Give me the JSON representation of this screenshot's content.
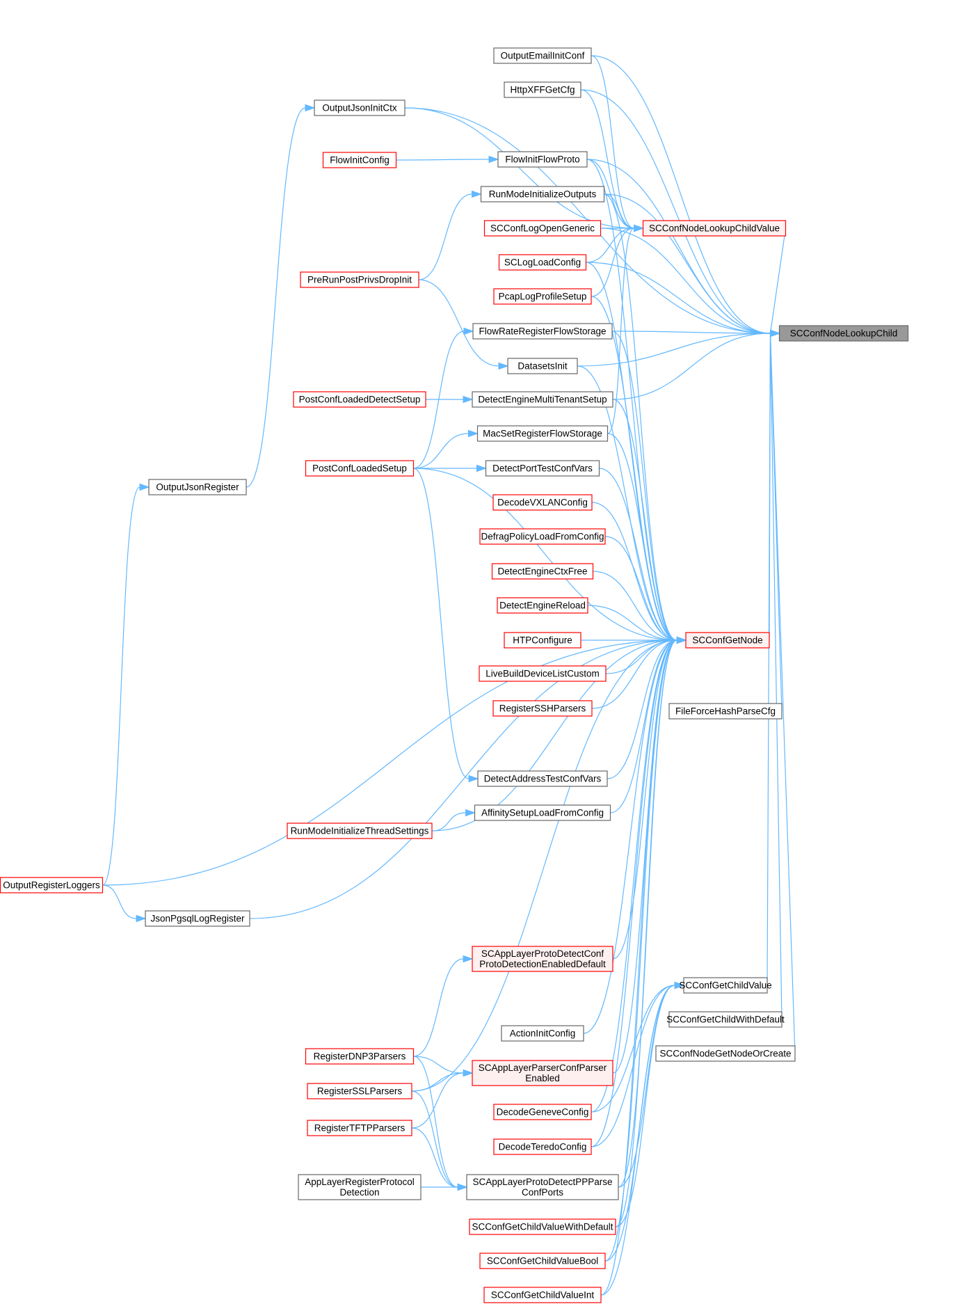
{
  "colors": {
    "edge": "#63b8ff",
    "plain_border": "#666666",
    "plain_fill": "#ffffff",
    "ref_border": "#ff0000",
    "ref_fill": "#ffffff",
    "soft_border": "#ff0000",
    "soft_fill": "#fff0f0",
    "root_border": "#666666",
    "root_fill": "#999999"
  },
  "nodes": [
    {
      "id": "root",
      "lines": [
        "SCConfNodeLookupChild"
      ],
      "style": "root"
    },
    {
      "id": "lcv",
      "lines": [
        "SCConfNodeLookupChildValue"
      ],
      "style": "soft"
    },
    {
      "id": "gn",
      "lines": [
        "SCConfGetNode"
      ],
      "style": "soft"
    },
    {
      "id": "oeic",
      "lines": [
        "OutputEmailInitConf"
      ],
      "style": "plain"
    },
    {
      "id": "hxff",
      "lines": [
        "HttpXFFGetCfg"
      ],
      "style": "plain"
    },
    {
      "id": "ojic",
      "lines": [
        "OutputJsonInitCtx"
      ],
      "style": "plain"
    },
    {
      "id": "fic",
      "lines": [
        "FlowInitConfig"
      ],
      "style": "ref"
    },
    {
      "id": "fifp",
      "lines": [
        "FlowInitFlowProto"
      ],
      "style": "plain"
    },
    {
      "id": "rmio",
      "lines": [
        "RunModeInitializeOutputs"
      ],
      "style": "plain"
    },
    {
      "id": "sclog",
      "lines": [
        "SCConfLogOpenGeneric"
      ],
      "style": "ref"
    },
    {
      "id": "sllc",
      "lines": [
        "SCLogLoadConfig"
      ],
      "style": "ref"
    },
    {
      "id": "prpp",
      "lines": [
        "PreRunPostPrivsDropInit"
      ],
      "style": "ref"
    },
    {
      "id": "plps",
      "lines": [
        "PcapLogProfileSetup"
      ],
      "style": "ref"
    },
    {
      "id": "frrfs",
      "lines": [
        "FlowRateRegisterFlowStorage"
      ],
      "style": "plain"
    },
    {
      "id": "dsi",
      "lines": [
        "DatasetsInit"
      ],
      "style": "plain"
    },
    {
      "id": "pcld",
      "lines": [
        "PostConfLoadedDetectSetup"
      ],
      "style": "ref"
    },
    {
      "id": "demts",
      "lines": [
        "DetectEngineMultiTenantSetup"
      ],
      "style": "plain"
    },
    {
      "id": "msrfs",
      "lines": [
        "MacSetRegisterFlowStorage"
      ],
      "style": "plain"
    },
    {
      "id": "pcls",
      "lines": [
        "PostConfLoadedSetup"
      ],
      "style": "ref"
    },
    {
      "id": "dptcv",
      "lines": [
        "DetectPortTestConfVars"
      ],
      "style": "plain"
    },
    {
      "id": "ojr",
      "lines": [
        "OutputJsonRegister"
      ],
      "style": "plain"
    },
    {
      "id": "dvx",
      "lines": [
        "DecodeVXLANConfig"
      ],
      "style": "ref"
    },
    {
      "id": "dplfc",
      "lines": [
        "DefragPolicyLoadFromConfig"
      ],
      "style": "ref"
    },
    {
      "id": "decf",
      "lines": [
        "DetectEngineCtxFree"
      ],
      "style": "ref"
    },
    {
      "id": "der",
      "lines": [
        "DetectEngineReload"
      ],
      "style": "ref"
    },
    {
      "id": "htp",
      "lines": [
        "HTPConfigure"
      ],
      "style": "ref"
    },
    {
      "id": "lbdl",
      "lines": [
        "LiveBuildDeviceListCustom"
      ],
      "style": "ref"
    },
    {
      "id": "rssh",
      "lines": [
        "RegisterSSHParsers"
      ],
      "style": "ref"
    },
    {
      "id": "ffh",
      "lines": [
        "FileForceHashParseCfg"
      ],
      "style": "plain"
    },
    {
      "id": "datcv",
      "lines": [
        "DetectAddressTestConfVars"
      ],
      "style": "plain"
    },
    {
      "id": "aslfc",
      "lines": [
        "AffinitySetupLoadFromConfig"
      ],
      "style": "plain"
    },
    {
      "id": "rmits",
      "lines": [
        "RunModeInitializeThreadSettings"
      ],
      "style": "ref"
    },
    {
      "id": "orl",
      "lines": [
        "OutputRegisterLoggers"
      ],
      "style": "ref"
    },
    {
      "id": "jpg",
      "lines": [
        "JsonPgsqlLogRegister"
      ],
      "style": "plain"
    },
    {
      "id": "apdc",
      "lines": [
        "SCAppLayerProtoDetectConf",
        "ProtoDetectionEnabledDefault"
      ],
      "style": "soft"
    },
    {
      "id": "gcv",
      "lines": [
        "SCConfGetChildValue"
      ],
      "style": "plain"
    },
    {
      "id": "gcwd",
      "lines": [
        "SCConfGetChildWithDefault"
      ],
      "style": "plain"
    },
    {
      "id": "aic",
      "lines": [
        "ActionInitConfig"
      ],
      "style": "plain"
    },
    {
      "id": "ngnoc",
      "lines": [
        "SCConfNodeGetNodeOrCreate"
      ],
      "style": "plain"
    },
    {
      "id": "rdnp3",
      "lines": [
        "RegisterDNP3Parsers"
      ],
      "style": "ref"
    },
    {
      "id": "apcpe",
      "lines": [
        "SCAppLayerParserConfParser",
        "Enabled"
      ],
      "style": "soft"
    },
    {
      "id": "rssl",
      "lines": [
        "RegisterSSLParsers"
      ],
      "style": "ref"
    },
    {
      "id": "dgc",
      "lines": [
        "DecodeGeneveConfig"
      ],
      "style": "ref"
    },
    {
      "id": "rtftp",
      "lines": [
        "RegisterTFTPParsers"
      ],
      "style": "ref"
    },
    {
      "id": "dtc",
      "lines": [
        "DecodeTeredoConfig"
      ],
      "style": "ref"
    },
    {
      "id": "alrpd",
      "lines": [
        "AppLayerRegisterProtocol",
        "Detection"
      ],
      "style": "plain"
    },
    {
      "id": "appp",
      "lines": [
        "SCAppLayerProtoDetectPPParse",
        "ConfPorts"
      ],
      "style": "plain"
    },
    {
      "id": "gcvwd",
      "lines": [
        "SCConfGetChildValueWithDefault"
      ],
      "style": "ref"
    },
    {
      "id": "gcvb",
      "lines": [
        "SCConfGetChildValueBool"
      ],
      "style": "ref"
    },
    {
      "id": "gcvi",
      "lines": [
        "SCConfGetChildValueInt"
      ],
      "style": "ref"
    }
  ],
  "edges": [
    [
      "lcv",
      "root"
    ],
    [
      "gn",
      "root"
    ],
    [
      "oeic",
      "root"
    ],
    [
      "hxff",
      "root"
    ],
    [
      "ojic",
      "root"
    ],
    [
      "fifp",
      "root"
    ],
    [
      "rmio",
      "root"
    ],
    [
      "sclog",
      "root"
    ],
    [
      "sllc",
      "root"
    ],
    [
      "frrfs",
      "root"
    ],
    [
      "dsi",
      "root"
    ],
    [
      "demts",
      "root"
    ],
    [
      "ffh",
      "root"
    ],
    [
      "gcv",
      "root"
    ],
    [
      "gcwd",
      "root"
    ],
    [
      "ngnoc",
      "root"
    ],
    [
      "oeic",
      "lcv"
    ],
    [
      "hxff",
      "lcv"
    ],
    [
      "ojic",
      "lcv"
    ],
    [
      "fifp",
      "lcv"
    ],
    [
      "rmio",
      "lcv"
    ],
    [
      "sclog",
      "lcv"
    ],
    [
      "sllc",
      "lcv"
    ],
    [
      "plps",
      "lcv"
    ],
    [
      "msrfs",
      "lcv"
    ],
    [
      "fifp",
      "gn"
    ],
    [
      "rmio",
      "gn"
    ],
    [
      "sllc",
      "gn"
    ],
    [
      "plps",
      "gn"
    ],
    [
      "frrfs",
      "gn"
    ],
    [
      "dsi",
      "gn"
    ],
    [
      "demts",
      "gn"
    ],
    [
      "msrfs",
      "gn"
    ],
    [
      "dptcv",
      "gn"
    ],
    [
      "dvx",
      "gn"
    ],
    [
      "dplfc",
      "gn"
    ],
    [
      "decf",
      "gn"
    ],
    [
      "der",
      "gn"
    ],
    [
      "htp",
      "gn"
    ],
    [
      "lbdl",
      "gn"
    ],
    [
      "rssh",
      "gn"
    ],
    [
      "pcls",
      "gn"
    ],
    [
      "datcv",
      "gn"
    ],
    [
      "aslfc",
      "gn"
    ],
    [
      "rmits",
      "gn"
    ],
    [
      "orl",
      "gn"
    ],
    [
      "jpg",
      "gn"
    ],
    [
      "apdc",
      "gn"
    ],
    [
      "aic",
      "gn"
    ],
    [
      "rssl",
      "gn"
    ],
    [
      "apcpe",
      "gn"
    ],
    [
      "dgc",
      "gn"
    ],
    [
      "dtc",
      "gn"
    ],
    [
      "appp",
      "gn"
    ],
    [
      "gcvwd",
      "gn"
    ],
    [
      "gcvb",
      "gn"
    ],
    [
      "gcvi",
      "gn"
    ],
    [
      "ojr",
      "ojic"
    ],
    [
      "fic",
      "fifp"
    ],
    [
      "prpp",
      "rmio"
    ],
    [
      "pcls",
      "frrfs"
    ],
    [
      "prpp",
      "dsi"
    ],
    [
      "pcld",
      "demts"
    ],
    [
      "pcls",
      "msrfs"
    ],
    [
      "pcls",
      "dptcv"
    ],
    [
      "orl",
      "ojr"
    ],
    [
      "pcls",
      "datcv"
    ],
    [
      "rmits",
      "aslfc"
    ],
    [
      "orl",
      "jpg"
    ],
    [
      "rdnp3",
      "apdc"
    ],
    [
      "rdnp3",
      "apcpe"
    ],
    [
      "rssl",
      "apcpe"
    ],
    [
      "rtftp",
      "apcpe"
    ],
    [
      "rdnp3",
      "appp"
    ],
    [
      "rssl",
      "appp"
    ],
    [
      "rtftp",
      "appp"
    ],
    [
      "alrpd",
      "appp"
    ],
    [
      "dgc",
      "gcv"
    ],
    [
      "dtc",
      "gcv"
    ],
    [
      "appp",
      "gcv"
    ],
    [
      "gcvwd",
      "gcv"
    ],
    [
      "gcvb",
      "gcv"
    ],
    [
      "gcvi",
      "gcv"
    ]
  ]
}
